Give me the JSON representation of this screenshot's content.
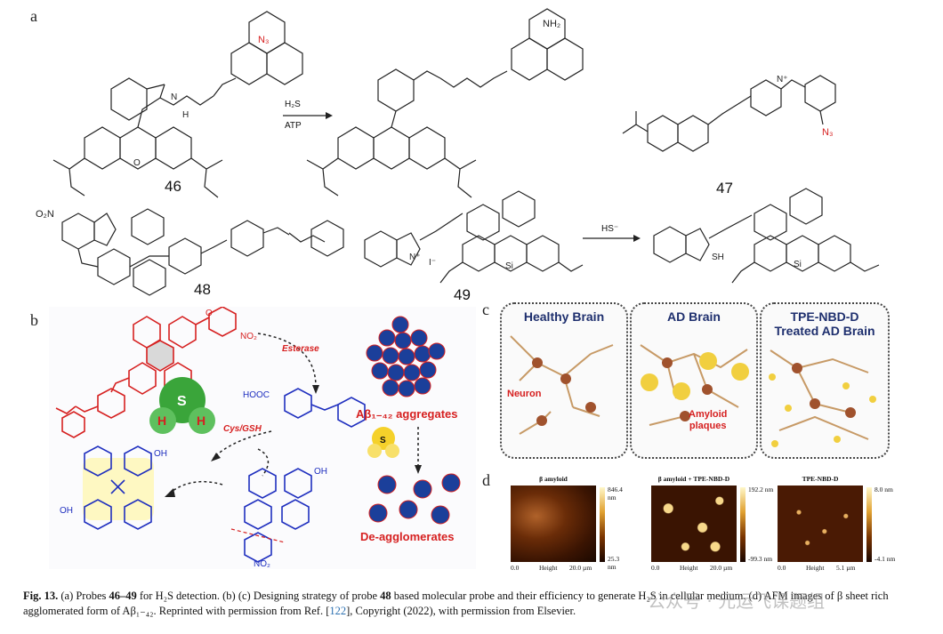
{
  "panels": {
    "a": "a",
    "b": "b",
    "c": "c",
    "d": "d"
  },
  "panel_a": {
    "probe46": "46",
    "probe47": "47",
    "probe48": "48",
    "probe49": "49",
    "reagent1": "H₂S",
    "reagent2": "ATP",
    "reagent3": "HS⁻",
    "azide": "N₃",
    "amine": "NH₂",
    "nitro": "O₂N",
    "iodide": "I⁻",
    "thiol": "SH",
    "silicon": "Si",
    "nitrogen_plus": "N⁺"
  },
  "panel_b": {
    "esterase": "Esterase",
    "cys_gsh": "Cys/GSH",
    "sulfur": "S",
    "hydrogen": "H",
    "hooc": "HOOC",
    "no2": "NO₂",
    "oh": "OH",
    "abeta_aggregates": "Aβ₁₋₄₂ aggregates",
    "de_agglomerates": "De-agglomerates"
  },
  "panel_c": {
    "healthy": "Healthy Brain",
    "ad": "AD Brain",
    "treated_line1": "TPE-NBD-D",
    "treated_line2": "Treated AD Brain",
    "neuron": "Neuron",
    "amyloid_line1": "Amyloid",
    "amyloid_line2": "plaques"
  },
  "panel_d": {
    "images": [
      {
        "title": "β amyloid",
        "max": "846.4 nm",
        "min": "25.3 nm",
        "x0": "0.0",
        "xlabel": "Height",
        "x1": "20.0 µm"
      },
      {
        "title": "β amyloid + TPE-NBD-D",
        "max": "192.2 nm",
        "min": "-99.3 nm",
        "x0": "0.0",
        "xlabel": "Height",
        "x1": "20.0 µm"
      },
      {
        "title": "TPE-NBD-D",
        "max": "8.0 nm",
        "min": "-4.1 nm",
        "x0": "0.0",
        "xlabel": "Height",
        "x1": "5.1 µm"
      }
    ]
  },
  "caption": {
    "fig": "Fig. 13.",
    "text1": " (a) Probes ",
    "bold1": "46–49",
    "text2": " for H₂S detection. (b) (c) Designing strategy of probe ",
    "bold2": "48",
    "text3": " based molecular probe and their efficiency to generate H₂S in cellular medium. (d) AFM images of β sheet rich agglomerated form of Aβ₁₋₄₂. Reprinted with permission from Ref. [",
    "ref": "122",
    "text4": "], Copyright (2022), with permission from Elsevier."
  },
  "watermark": "公众号 · 元运飞课题组",
  "colors": {
    "red": "#d62020",
    "blue": "#1f2fbf",
    "navy": "#1e2f6e",
    "green": "#3aa53a"
  }
}
